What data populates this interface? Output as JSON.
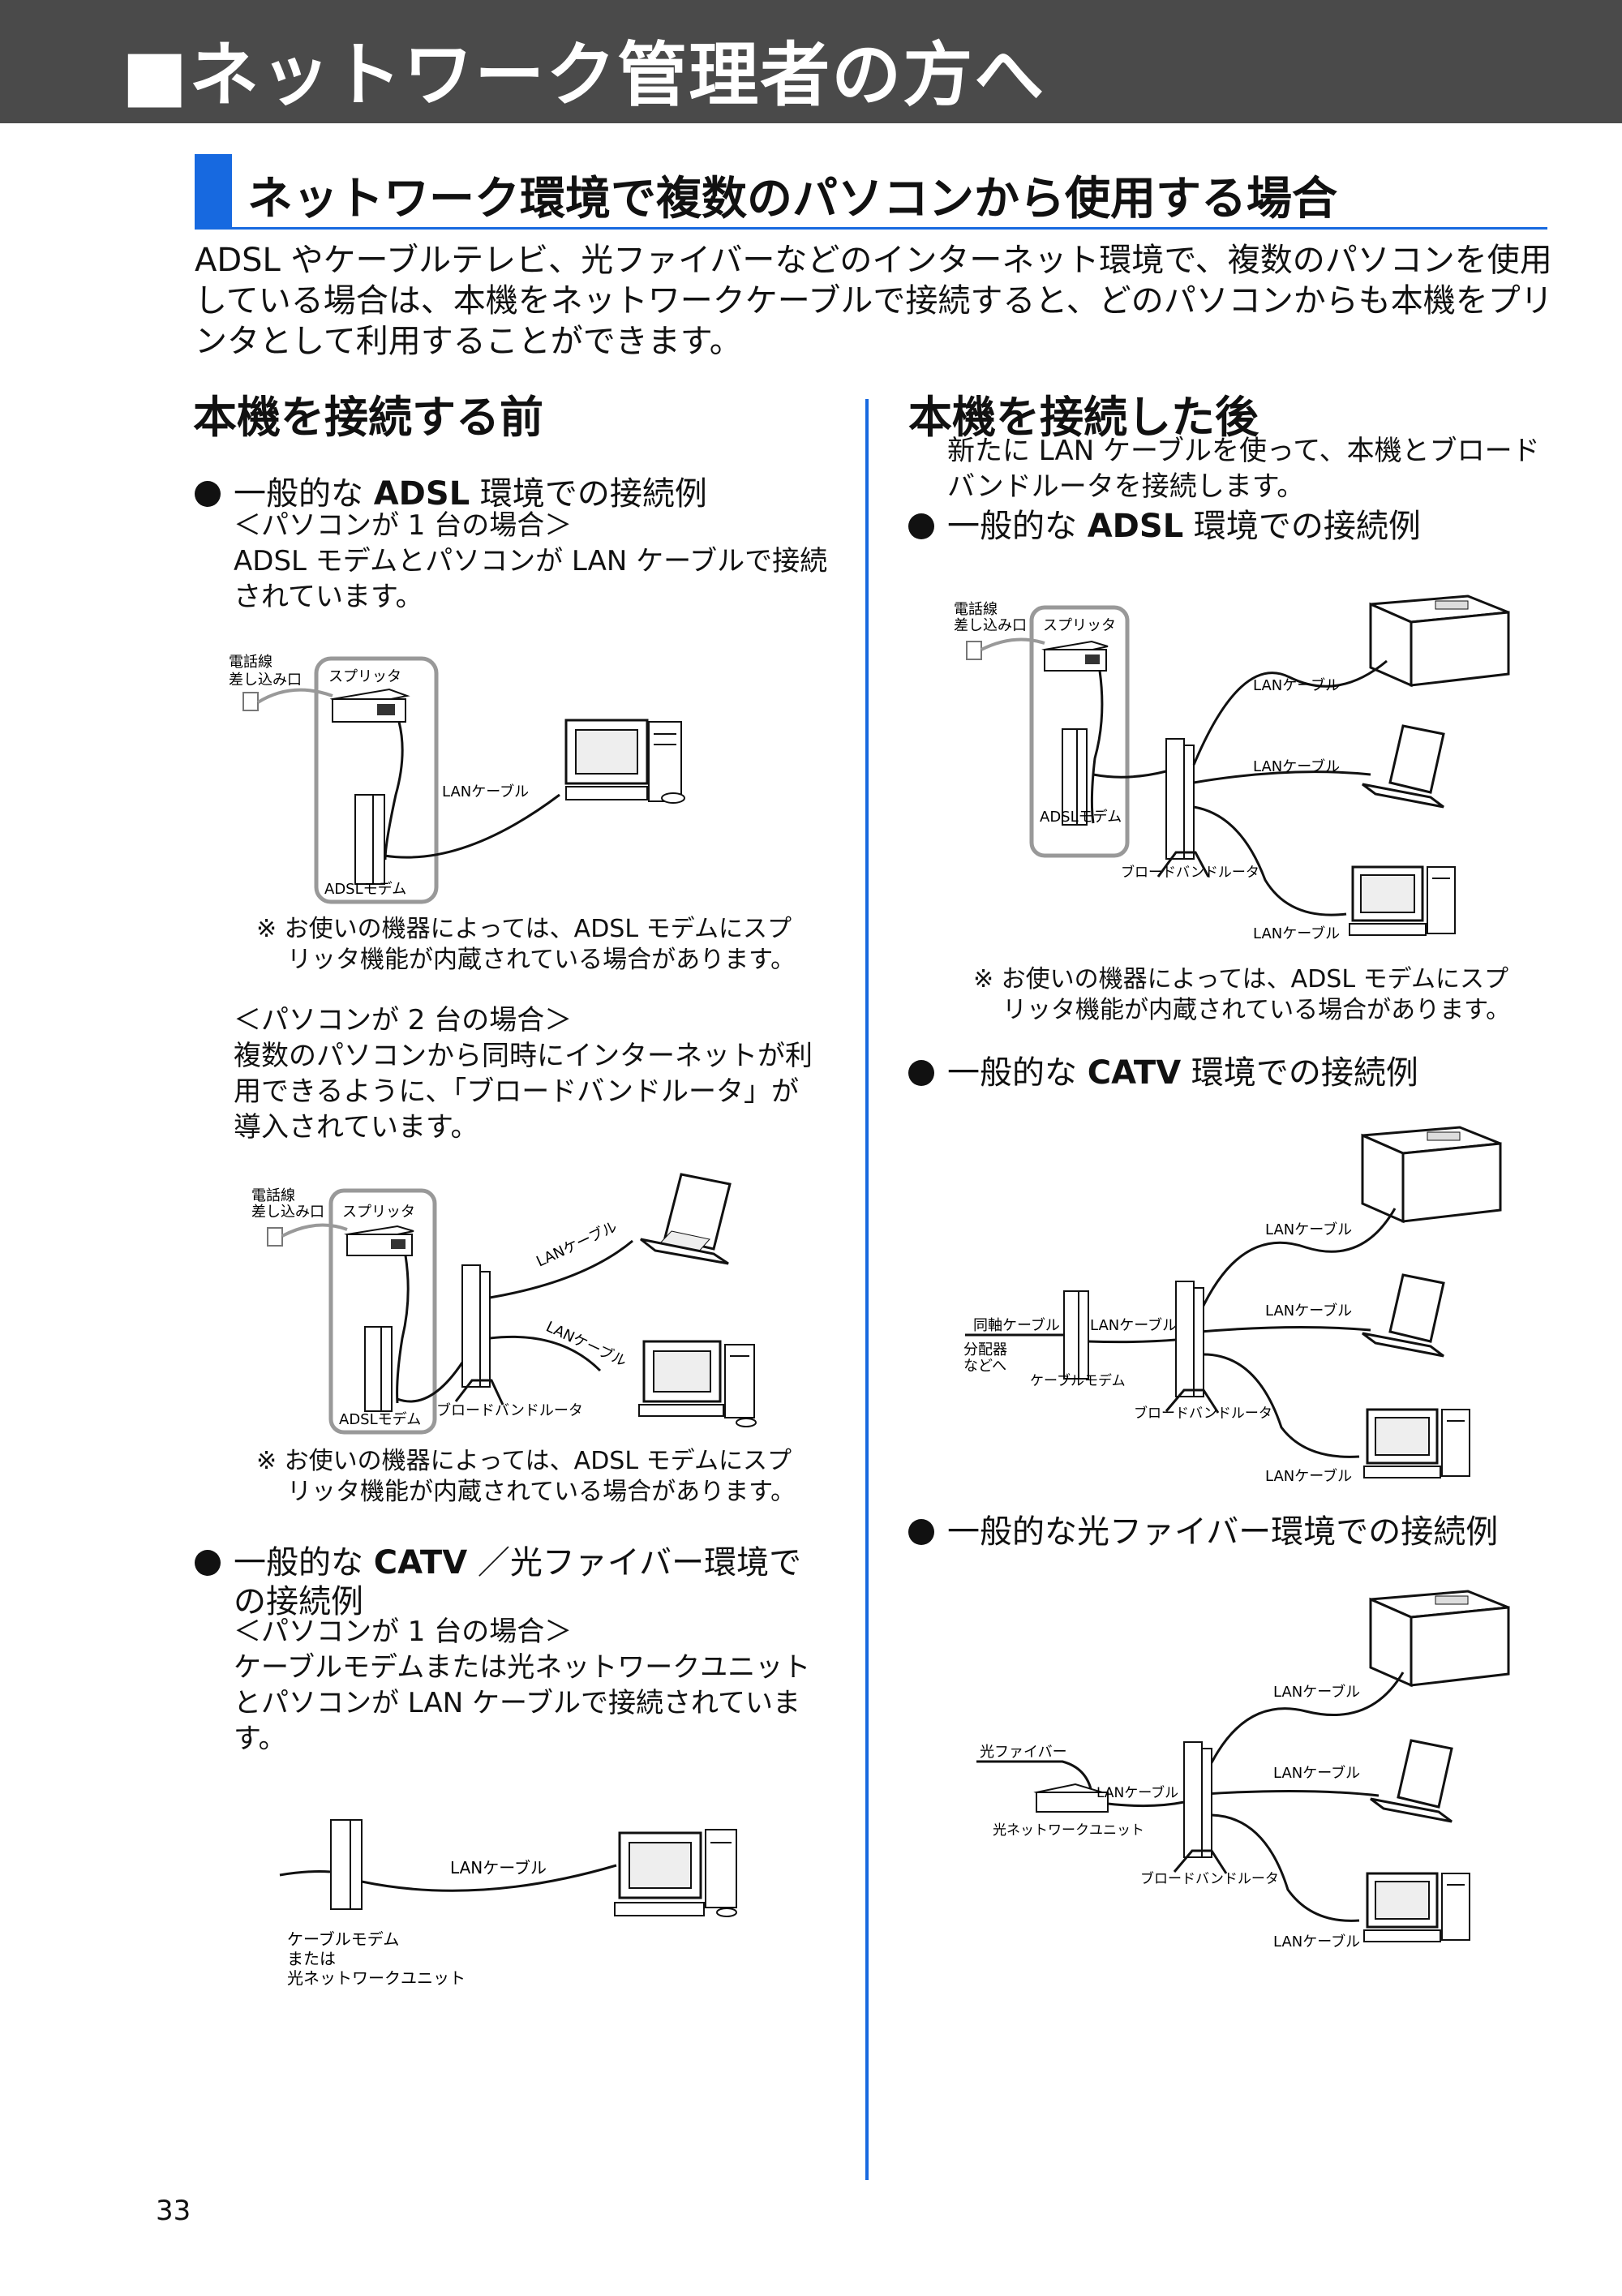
{
  "header": {
    "title": "■ネットワーク管理者の方へ"
  },
  "section": {
    "title": "ネットワーク環境で複数のパソコンから使用する場合",
    "intro": "ADSL やケーブルテレビ、光ファイバーなどのインターネット環境で、複数のパソコンを使用している場合は、本機をネットワークケーブルで接続すると、どのパソコンからも本機をプリンタとして利用することができます。"
  },
  "labels": {
    "lan_cable": "LANケーブル",
    "splitter": "スプリッタ",
    "tel_line_1": "電話線",
    "tel_line_2": "差し込み口",
    "adsl_modem": "ADSLモデム",
    "broadband_router": "ブロードバンドルータ",
    "coax_cable": "同軸ケーブル",
    "splitter_etc_1": "分配器",
    "splitter_etc_2": "などへ",
    "cable_modem": "ケーブルモデム",
    "optical_fiber": "光ファイバー",
    "optical_unit": "光ネットワークユニット",
    "cable_modem_or_1": "ケーブルモデム",
    "cable_modem_or_2": "または",
    "cable_modem_or_3": "光ネットワークユニット"
  },
  "left": {
    "title": "本機を接続する前",
    "adsl": {
      "heading_pre": "一般的な ",
      "heading_bold": "ADSL",
      "heading_post": " 環境での接続例",
      "case1_title": "＜パソコンが 1 台の場合＞",
      "case1_text": "ADSL モデムとパソコンが LAN ケーブルで接続されています。",
      "note1_a": "※ お使いの機器によっては、ADSL モデムにスプ",
      "note1_b": "リッタ機能が内蔵されている場合があります。",
      "case2_title": "＜パソコンが 2 台の場合＞",
      "case2_text": "複数のパソコンから同時にインターネットが利用できるように、「ブロードバンドルータ」が導入されています。",
      "note2_a": "※ お使いの機器によっては、ADSL モデムにスプ",
      "note2_b": "リッタ機能が内蔵されている場合があります。"
    },
    "catv": {
      "heading_pre": "一般的な ",
      "heading_bold": "CATV",
      "heading_post": " ／光ファイバー環境で",
      "heading_line2": "の接続例",
      "case_title": "＜パソコンが 1 台の場合＞",
      "case_text": "ケーブルモデムまたは光ネットワークユニットとパソコンが LAN ケーブルで接続されています。"
    }
  },
  "right": {
    "title": "本機を接続した後",
    "subtitle": "新たに LAN ケーブルを使って、本機とブロードバンドルータを接続します。",
    "adsl": {
      "heading_pre": "一般的な ",
      "heading_bold": "ADSL",
      "heading_post": " 環境での接続例",
      "note_a": "※ お使いの機器によっては、ADSL モデムにスプ",
      "note_b": "リッタ機能が内蔵されている場合があります。"
    },
    "catv": {
      "heading_pre": "一般的な ",
      "heading_bold": "CATV",
      "heading_post": " 環境での接続例"
    },
    "fiber": {
      "heading": "一般的な光ファイバー環境での接続例"
    }
  },
  "page_number": "33"
}
